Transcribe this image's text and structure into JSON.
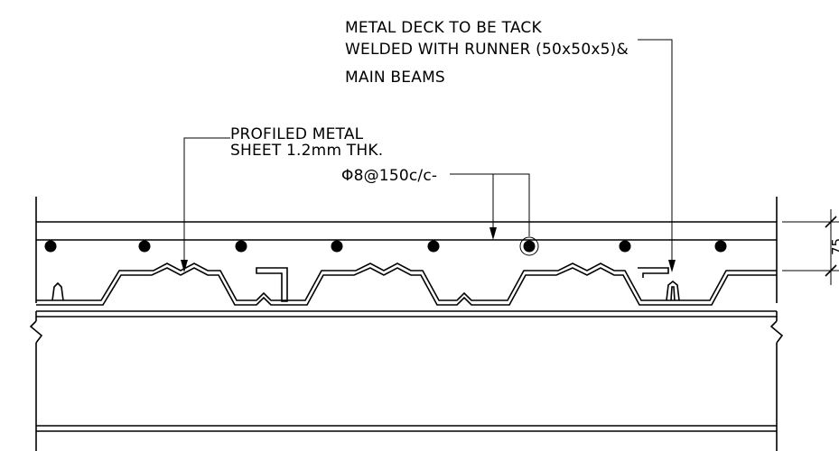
{
  "notes": {
    "deck_weld": [
      "METAL DECK TO BE TACK",
      "WELDED WITH RUNNER (50x50x5)&",
      "MAIN BEAMS"
    ],
    "profiled_sheet": [
      "PROFILED METAL",
      "SHEET 1.2mm THK."
    ],
    "rebar": "Φ8@150c/c-"
  },
  "dimension": {
    "cover": "75"
  }
}
